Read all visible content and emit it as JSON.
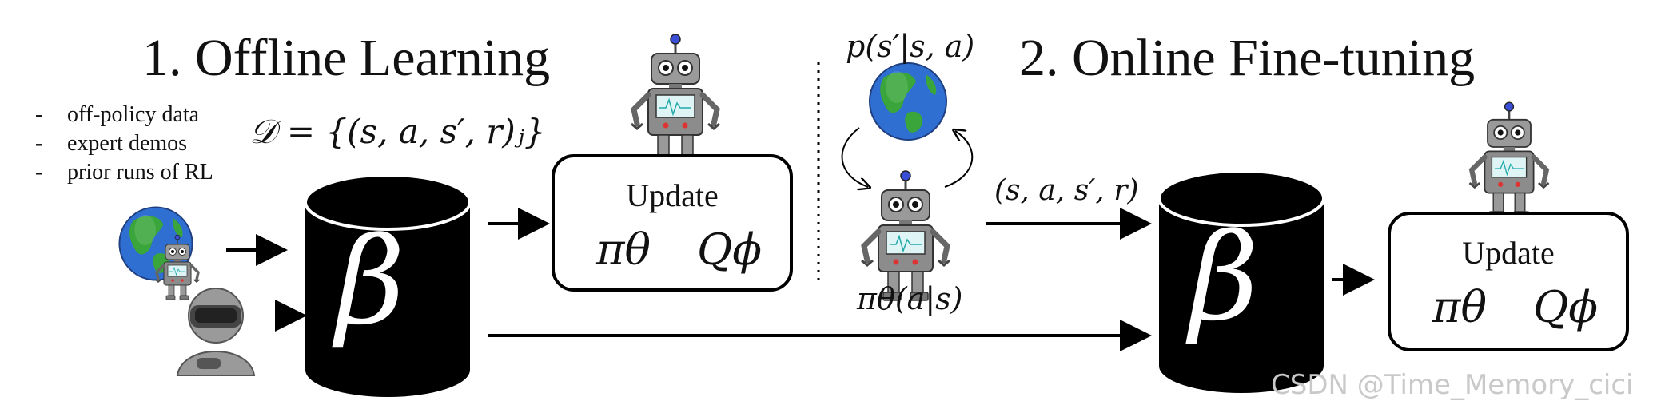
{
  "offline": {
    "heading": "1.  Offline Learning",
    "bullets": [
      {
        "dash": "-",
        "text": "off-policy data"
      },
      {
        "dash": "-",
        "text": "expert demos"
      },
      {
        "dash": "-",
        "text": "prior runs of RL"
      }
    ],
    "dataset_formula": "𝒟 = {(s, a, s′, r)ⱼ}",
    "buffer_symbol": "β",
    "update_box": {
      "title": "Update",
      "policy": "πθ",
      "critic": "Qϕ"
    }
  },
  "online": {
    "heading": "2.  Online Fine-tuning",
    "dynamics": "p(s′|s, a)",
    "policy_label": "πθ(a|s)",
    "transition": "(s, a, s′, r)",
    "buffer_symbol": "β",
    "update_box": {
      "title": "Update",
      "policy": "πθ",
      "critic": "Qϕ"
    }
  },
  "watermark": "CSDN @Time_Memory_cici",
  "colors": {
    "ink": "#000000",
    "robot_body": "#8c8c8c",
    "ocean": "#2f6fd1",
    "land": "#3aa53a",
    "screen": "#dff4f4"
  }
}
